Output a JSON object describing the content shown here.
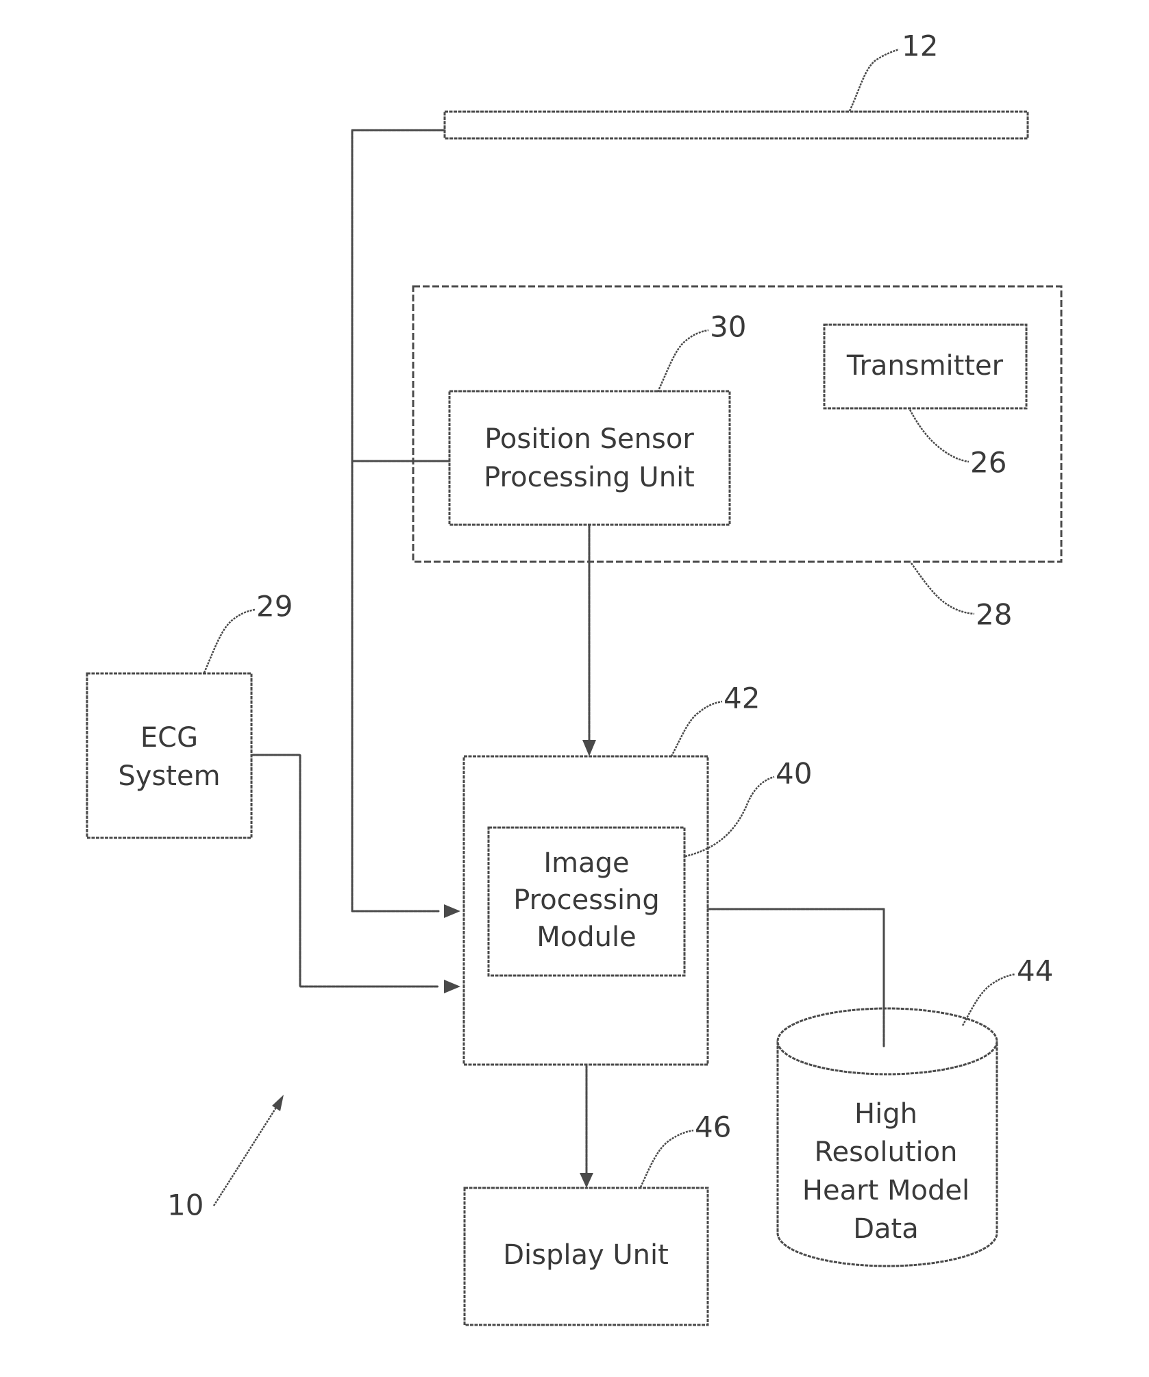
{
  "components": {
    "transmitter": "Transmitter",
    "position_sensor_line1": "Position Sensor",
    "position_sensor_line2": "Processing Unit",
    "ecg_line1": "ECG",
    "ecg_line2": "System",
    "image_proc_line1": "Image",
    "image_proc_line2": "Processing",
    "image_proc_line3": "Module",
    "heart_model_line1": "High",
    "heart_model_line2": "Resolution",
    "heart_model_line3": "Heart Model",
    "heart_model_line4": "Data",
    "display_unit": "Display Unit"
  },
  "reference_numerals": {
    "probe": "12",
    "position_sensor": "30",
    "transmitter": "26",
    "tracking_system": "28",
    "ecg": "29",
    "processor": "42",
    "image_module": "40",
    "database": "44",
    "display": "46",
    "system": "10"
  }
}
